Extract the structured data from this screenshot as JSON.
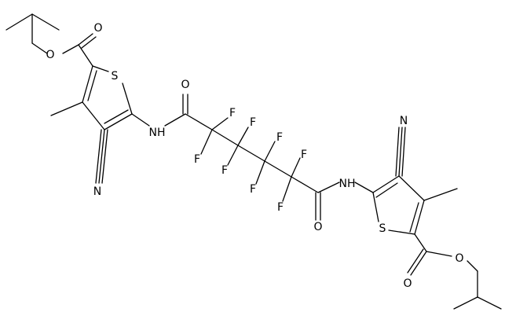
{
  "atoms": {
    "o_ester_1": "O",
    "o_carbonyl_1": "O",
    "s_ring_1": "S",
    "nh_1": "NH",
    "n_nitrile_1": "N",
    "o_amide_1": "O",
    "f1": "F",
    "f2": "F",
    "f3": "F",
    "f4": "F",
    "f5": "F",
    "f6": "F",
    "f7": "F",
    "f8": "F",
    "o_amide_2": "O",
    "nh_2": "NH",
    "n_nitrile_2": "N",
    "s_ring_2": "S",
    "o_carbonyl_2": "O",
    "o_ester_2": "O"
  },
  "colors": {
    "bond": "#000000",
    "text": "#000000",
    "background": "#ffffff"
  }
}
